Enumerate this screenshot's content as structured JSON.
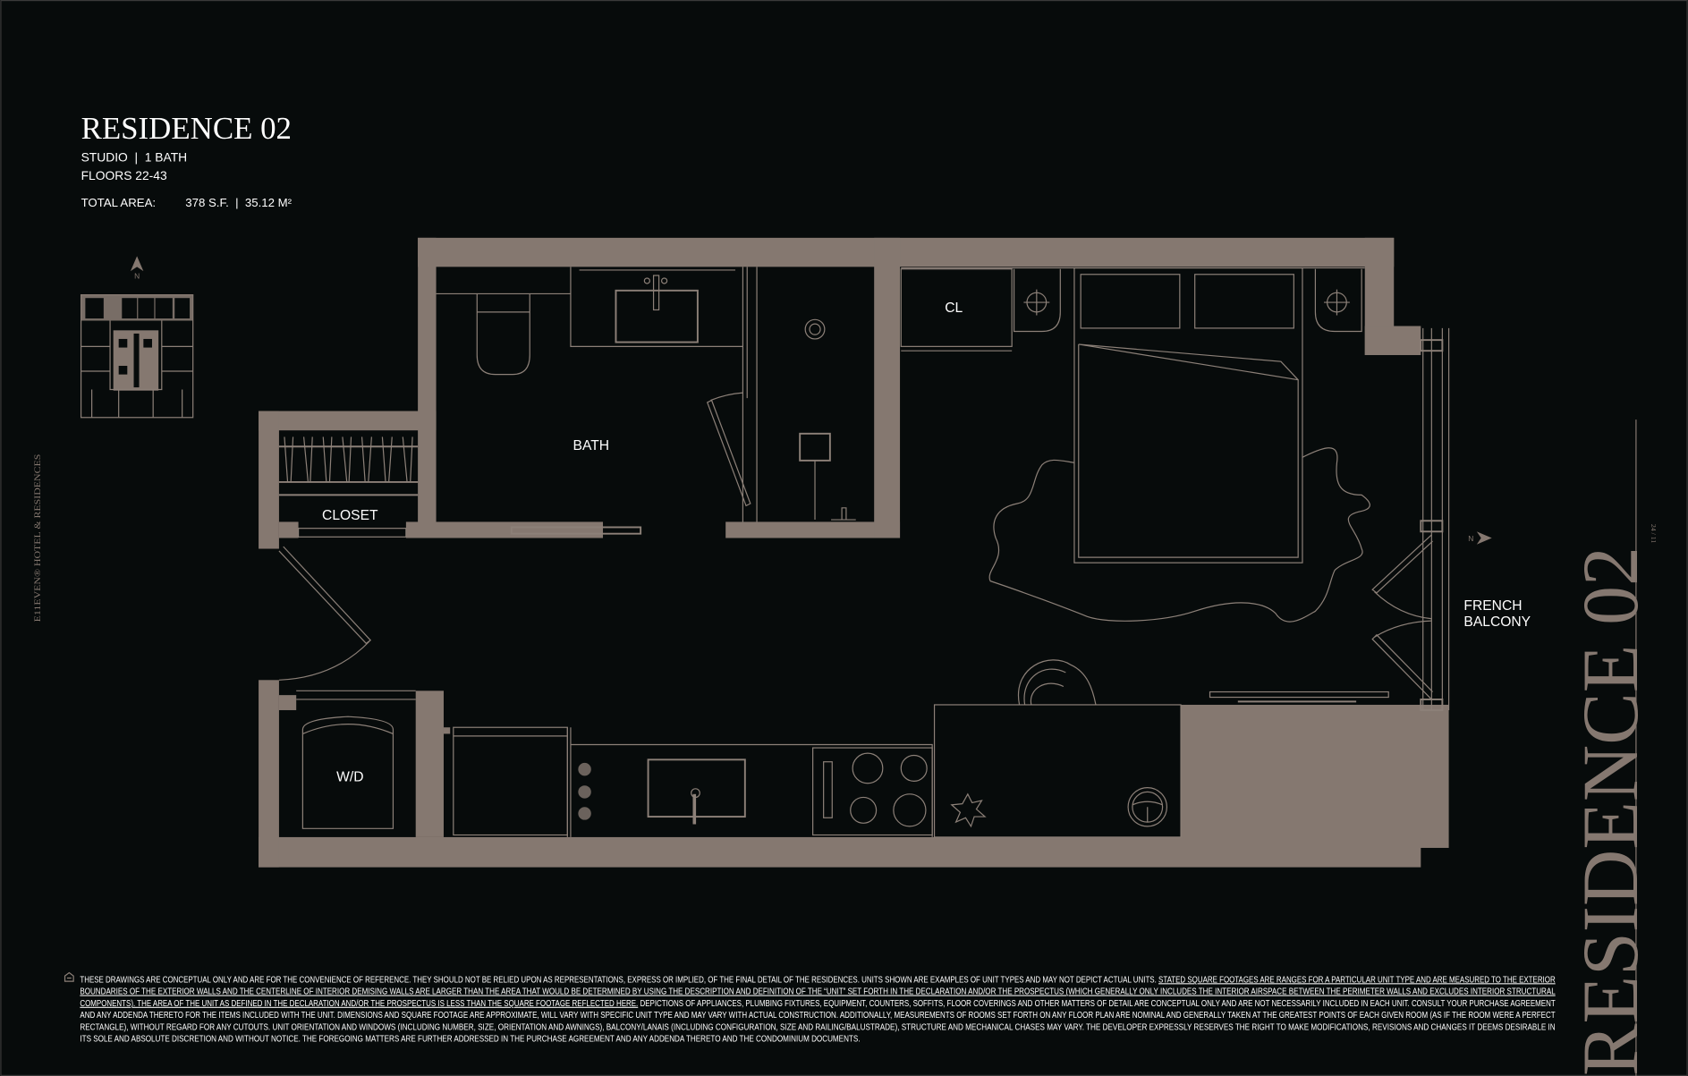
{
  "header": {
    "title": "RESIDENCE 02",
    "type": "STUDIO  |  1 BATH",
    "floors": "FLOORS 22-43",
    "area_label": "TOTAL AREA:",
    "area_value": "378 S.F.  |  35.12 M²"
  },
  "keyplan": {
    "north_label": "N"
  },
  "rooms": {
    "bath": "BATH",
    "closet": "CLOSET",
    "cl": "CL",
    "wd": "W/D",
    "balcony_line1": "FRENCH",
    "balcony_line2": "BALCONY"
  },
  "compass": {
    "north_label": "N"
  },
  "side": {
    "brand": "E11EVEN® HOTEL & RESIDENCES",
    "big_title": "RESIDENCE 02",
    "page": "24 / 11"
  },
  "colors": {
    "background": "#070b0b",
    "wall": "#857870",
    "linework": "#8c8078",
    "text": "#ffffff"
  },
  "disclaimer": {
    "icon": "equal-housing-icon",
    "l1a": "THESE DRAWINGS ARE CONCEPTUAL ONLY AND ARE FOR THE CONVENIENCE OF REFERENCE. THEY SHOULD NOT BE RELIED UPON AS REPRESENTATIONS, EXPRESS OR IMPLIED, OF THE FINAL DETAIL OF THE RESIDENCES. UNITS SHOWN ARE EXAMPLES OF UNIT TYPES AND MAY NOT DEPICT ACTUAL UNITS. ",
    "l1b": "STATED SQUARE FOOTAGES ARE RANGES FOR A PARTICULAR UNIT TYPE AND ARE MEASURED TO THE EXTERIOR",
    "l2": "BOUNDARIES OF THE EXTERIOR WALLS AND THE CENTERLINE OF INTERIOR DEMISING WALLS ARE LARGER THAN THE AREA THAT WOULD BE DETERMINED BY USING THE DESCRIPTION AND DEFINITION OF THE “UNIT” SET FORTH IN THE DECLARATION AND/OR THE PROSPECTUS (WHICH GENERALLY ONLY INCLUDES THE INTERIOR AIRSPACE BETWEEN THE PERIMETER WALLS AND EXCLUDES INTERIOR STRUCTURAL",
    "l3a": "COMPONENTS). THE AREA OF THE UNIT AS DEFINED IN THE DECLARATION AND/OR THE PROSPECTUS IS LESS THAN THE SQUARE FOOTAGE REFLECTED HERE.",
    "l3b": " DEPICTIONS OF APPLIANCES, PLUMBING FIXTURES, EQUIPMENT, COUNTERS, SOFFITS, FLOOR COVERINGS AND OTHER MATTERS OF DETAIL ARE CONCEPTUAL ONLY AND ARE NOT NECESSARILY INCLUDED IN EACH UNIT. CONSULT YOUR PURCHASE AGREEMENT",
    "l4": "AND ANY ADDENDA THERETO FOR THE ITEMS INCLUDED WITH THE UNIT. DIMENSIONS AND SQUARE FOOTAGE ARE APPROXIMATE, WILL VARY WITH SPECIFIC UNIT TYPE AND MAY VARY WITH ACTUAL CONSTRUCTION. ADDITIONALLY, MEASUREMENTS OF ROOMS SET FORTH ON ANY FLOOR PLAN ARE NOMINAL AND GENERALLY TAKEN AT THE GREATEST POINTS OF EACH GIVEN ROOM (AS IF THE ROOM WERE A PERFECT",
    "l5": "RECTANGLE), WITHOUT REGARD FOR ANY CUTOUTS. UNIT ORIENTATION AND WINDOWS (INCLUDING NUMBER, SIZE, ORIENTATION AND AWNINGS), BALCONY/LANAIS (INCLUDING CONFIGURATION, SIZE AND RAILING/BALUSTRADE), STRUCTURE AND MECHANICAL CHASES MAY VARY. THE DEVELOPER EXPRESSLY RESERVES THE RIGHT TO MAKE MODIFICATIONS, REVISIONS AND CHANGES IT DEEMS DESIRABLE IN",
    "l6": "ITS SOLE AND ABSOLUTE DISCRETION AND WITHOUT NOTICE. THE FOREGOING MATTERS ARE FURTHER ADDRESSED IN THE PURCHASE AGREEMENT AND ANY ADDENDA THERETO AND THE CONDOMINIUM DOCUMENTS."
  }
}
